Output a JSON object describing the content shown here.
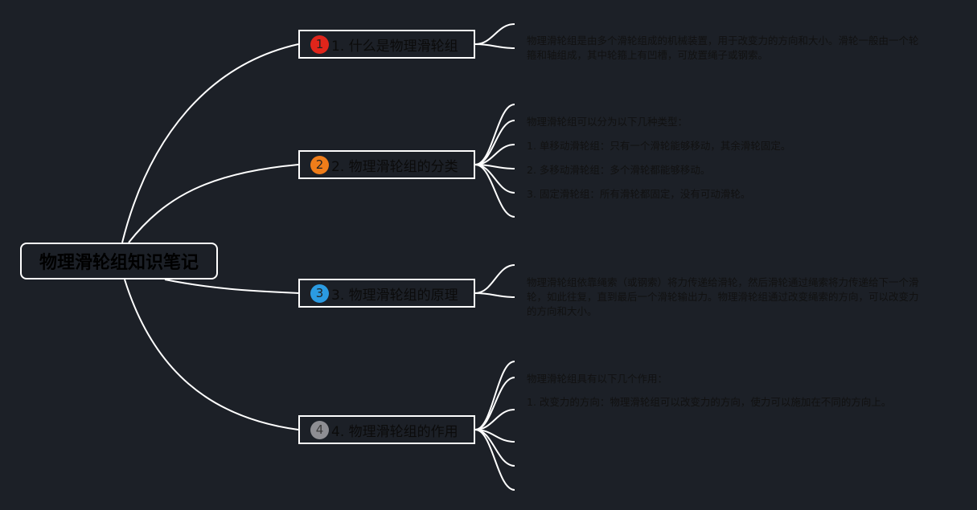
{
  "root": {
    "label": "物理滑轮组知识笔记"
  },
  "topics": [
    {
      "number": "1",
      "title": "1. 什么是物理滑轮组",
      "badge_color": "#e0251b",
      "leaves": [
        "物理滑轮组是由多个滑轮组成的机械装置，用于改变力的方向和大小。滑轮一般由一个轮箍和轴组成，其中轮箍上有凹槽，可放置绳子或钢索。"
      ]
    },
    {
      "number": "2",
      "title": "2. 物理滑轮组的分类",
      "badge_color": "#ef7d1a",
      "leaves": [
        "物理滑轮组可以分为以下几种类型：",
        "1. 单移动滑轮组：只有一个滑轮能够移动，其余滑轮固定。",
        "2. 多移动滑轮组：多个滑轮都能够移动。",
        "3. 固定滑轮组：所有滑轮都固定，没有可动滑轮。"
      ]
    },
    {
      "number": "3",
      "title": "3. 物理滑轮组的原理",
      "badge_color": "#2b9be2",
      "leaves": [
        "物理滑轮组依靠绳索（或钢索）将力传递给滑轮，然后滑轮通过绳索将力传递给下一个滑轮，如此往复，直到最后一个滑轮输出力。物理滑轮组通过改变绳索的方向，可以改变力的方向和大小。"
      ]
    },
    {
      "number": "4",
      "title": "4. 物理滑轮组的作用",
      "badge_color": "#8e8e93",
      "leaves": [
        "物理滑轮组具有以下几个作用：",
        "1. 改变力的方向：物理滑轮组可以改变力的方向，使力可以施加在不同的方向上。"
      ]
    }
  ]
}
